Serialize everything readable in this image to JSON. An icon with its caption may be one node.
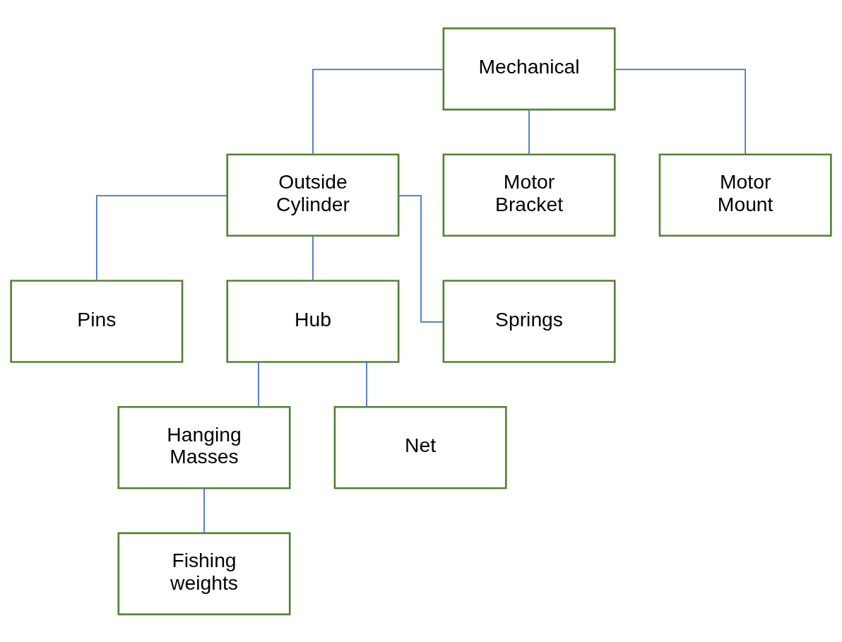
{
  "diagram": {
    "nodes": [
      {
        "text": [
          "Mechanical"
        ]
      },
      {
        "text": [
          "Outside Cylinder"
        ]
      },
      {
        "text": [
          "Motor Bracket"
        ]
      },
      {
        "text": [
          "Motor Mount"
        ]
      },
      {
        "text": [
          "Pins"
        ]
      },
      {
        "text": [
          "Hub"
        ]
      },
      {
        "text": [
          "Springs"
        ]
      },
      {
        "text": [
          "Hanging Masses"
        ]
      },
      {
        "text": [
          "Net"
        ]
      },
      {
        "text": [
          "Fishing weights"
        ]
      }
    ],
    "edges": [
      {
        "from": 0,
        "to": 1,
        "arrow": "none"
      },
      {
        "from": 0,
        "to": 2,
        "arrow": "none"
      },
      {
        "from": 0,
        "to": 3,
        "arrow": "none"
      },
      {
        "from": 1,
        "to": 4,
        "arrow": "none"
      },
      {
        "from": 1,
        "to": 5,
        "arrow": "none"
      },
      {
        "from": 1,
        "to": 6,
        "arrow": "none"
      },
      {
        "from": 5,
        "to": 7,
        "arrow": "none"
      },
      {
        "from": 5,
        "to": 8,
        "arrow": "none"
      },
      {
        "from": 7,
        "to": 9,
        "arrow": "none"
      }
    ]
  }
}
